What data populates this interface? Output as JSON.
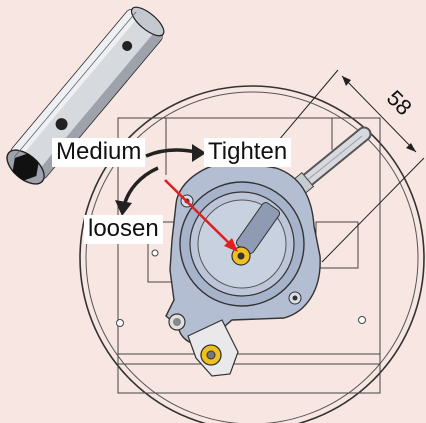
{
  "labels": {
    "medium": "Medium",
    "tighten": "Tighten",
    "loosen": "loosen"
  },
  "dimension": {
    "value": "58"
  },
  "colors": {
    "background": "#f7e6e1",
    "arrow_red": "#e02020",
    "port_yellow": "#f0c020",
    "housing_blue": "#aeb9cf"
  }
}
